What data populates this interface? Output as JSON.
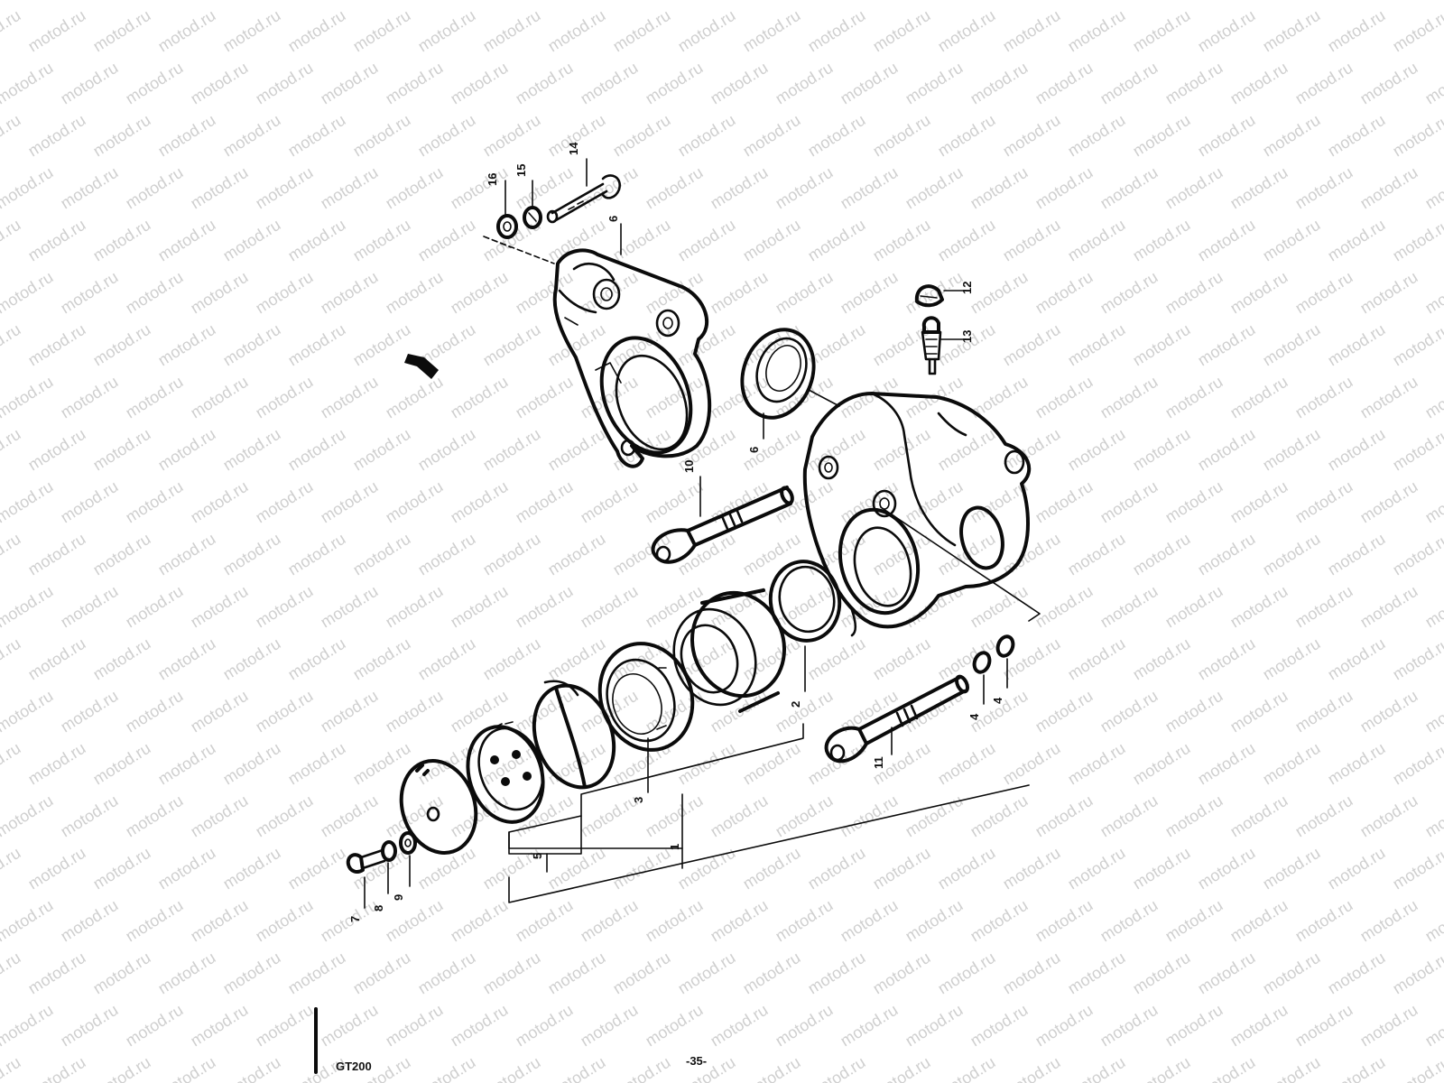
{
  "watermark": {
    "text": "motod.ru",
    "color": "#cfcfcf"
  },
  "diagram": {
    "ink_color": "#0b0b0b",
    "callouts": [
      {
        "id": "c1",
        "label": "1"
      },
      {
        "id": "c2",
        "label": "2"
      },
      {
        "id": "c3",
        "label": "3"
      },
      {
        "id": "c4a",
        "label": "4"
      },
      {
        "id": "c4b",
        "label": "4"
      },
      {
        "id": "c5",
        "label": "5"
      },
      {
        "id": "c6",
        "label": "6"
      },
      {
        "id": "c7",
        "label": "7"
      },
      {
        "id": "c8",
        "label": "8"
      },
      {
        "id": "c9",
        "label": "9"
      },
      {
        "id": "c10",
        "label": "10"
      },
      {
        "id": "c11",
        "label": "11"
      },
      {
        "id": "c12",
        "label": "12"
      },
      {
        "id": "c13",
        "label": "13"
      },
      {
        "id": "c14",
        "label": "14"
      },
      {
        "id": "c15",
        "label": "15"
      },
      {
        "id": "c16",
        "label": "16"
      },
      {
        "id": "c17",
        "label": "17"
      }
    ]
  },
  "footer": {
    "model": "GT200",
    "page": "-35-"
  }
}
